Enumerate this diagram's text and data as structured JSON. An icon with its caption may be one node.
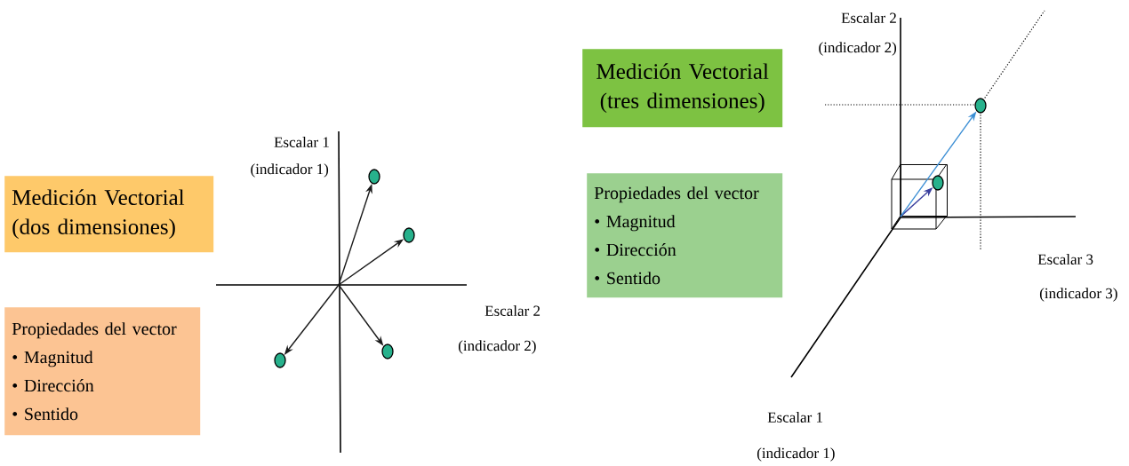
{
  "diagram": {
    "nodes": [
      {
        "text": [
          "Medición Vectorial (dos dimensiones)"
        ]
      },
      {
        "text": [
          "Propiedades del vector",
          "• Magnitud",
          "• Dirección",
          "• Sentido"
        ]
      },
      {
        "text": [
          "Medición Vectorial (tres dimensiones)"
        ]
      },
      {
        "text": [
          "Propiedades del vector",
          "• Magnitud",
          "• Dirección",
          "• Sentido"
        ]
      },
      {
        "text": [],
        "shape": "circle"
      },
      {
        "text": [],
        "shape": "circle"
      },
      {
        "text": [],
        "shape": "circle"
      },
      {
        "text": [],
        "shape": "circle"
      },
      {
        "text": [],
        "shape": "box"
      },
      {
        "text": [],
        "shape": "circle",
        "in": 8
      },
      {
        "text": [],
        "shape": "circle"
      }
    ],
    "edges": [
      {
        "from": null,
        "to": 4,
        "arrow": "to"
      },
      {
        "from": null,
        "to": 5,
        "arrow": "to"
      },
      {
        "from": null,
        "to": 6,
        "arrow": "to"
      },
      {
        "from": null,
        "to": 7,
        "arrow": "to"
      },
      {
        "from": 8,
        "to": 9,
        "arrow": "to",
        "color": "#3a3f9e"
      },
      {
        "from": 8,
        "to": 10,
        "arrow": "to",
        "color": "#3b8ed4"
      }
    ],
    "labels": [
      "Escalar 1",
      "(indicador 1)",
      "Escalar 2",
      "(indicador 2)",
      "Escalar 2",
      "(indicador 2)",
      "Escalar 3",
      "(indicador 3)",
      "Escalar 1",
      "(indicador 1)"
    ]
  }
}
